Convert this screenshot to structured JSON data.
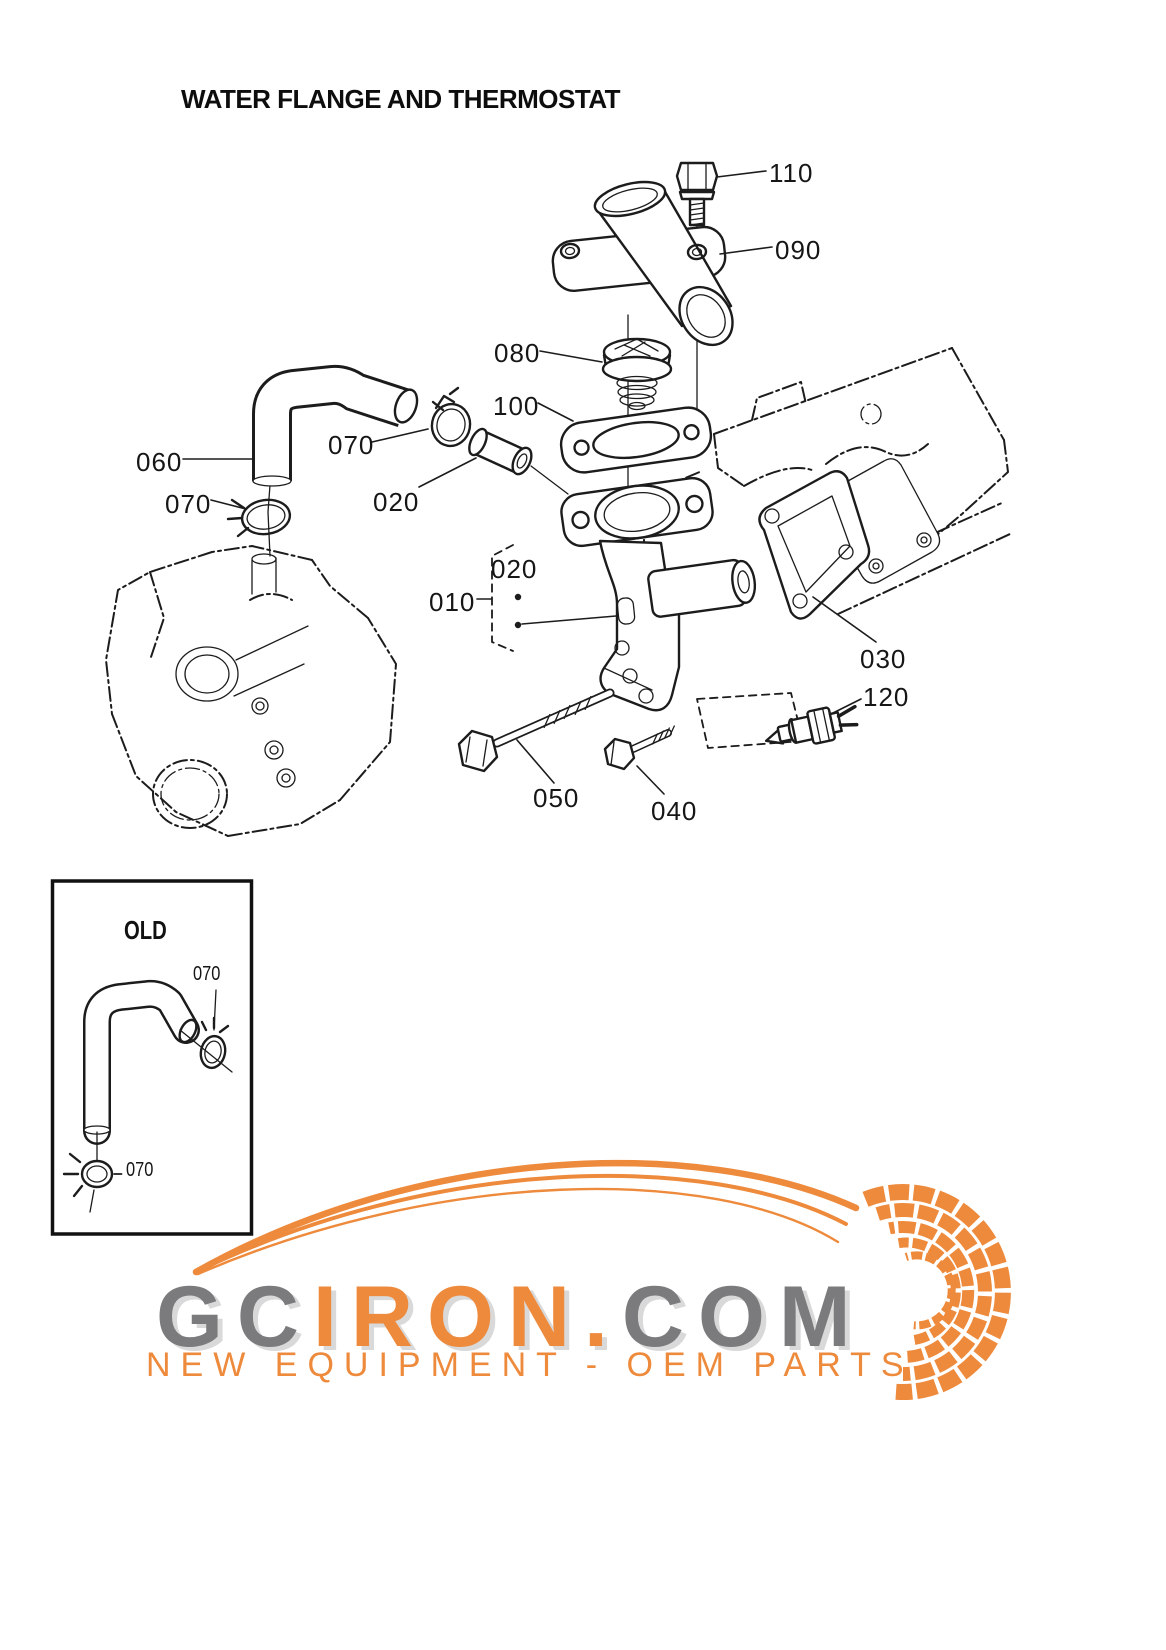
{
  "page": {
    "title": "WATER FLANGE AND THERMOSTAT"
  },
  "diagram": {
    "callouts": [
      {
        "part": "flange-bolt",
        "label": "110"
      },
      {
        "part": "water-flange",
        "label": "090"
      },
      {
        "part": "thermostat",
        "label": "080"
      },
      {
        "part": "thermostat-gasket",
        "label": "100"
      },
      {
        "part": "hose-clamp-upper",
        "label": "070"
      },
      {
        "part": "water-return-hose",
        "label": "060"
      },
      {
        "part": "joint-pipe",
        "label": "020"
      },
      {
        "part": "hose-clamp-lower",
        "label": "070"
      },
      {
        "part": "joint-pipe-ref",
        "label": "020"
      },
      {
        "part": "flange-assembly",
        "label": "010"
      },
      {
        "part": "flange-gasket",
        "label": "030"
      },
      {
        "part": "temperature-sensor",
        "label": "120"
      },
      {
        "part": "bolt-long",
        "label": "050"
      },
      {
        "part": "bolt-short",
        "label": "040"
      }
    ]
  },
  "inset": {
    "title": "OLD",
    "callouts": [
      {
        "part": "hose-clamp-upper",
        "label": "070"
      },
      {
        "part": "hose-clamp-lower",
        "label": "070"
      }
    ]
  },
  "logo": {
    "brand": {
      "part1": "GC",
      "part2": "IRON",
      "part3": ".",
      "part4": "COM"
    },
    "tagline": "NEW EQUIPMENT - OEM PARTS",
    "colors": {
      "orange": "#EE8A3C",
      "gray": "#7B7B7D",
      "shadow": "#D9D9D9",
      "ink": "#1C1C1C"
    }
  }
}
